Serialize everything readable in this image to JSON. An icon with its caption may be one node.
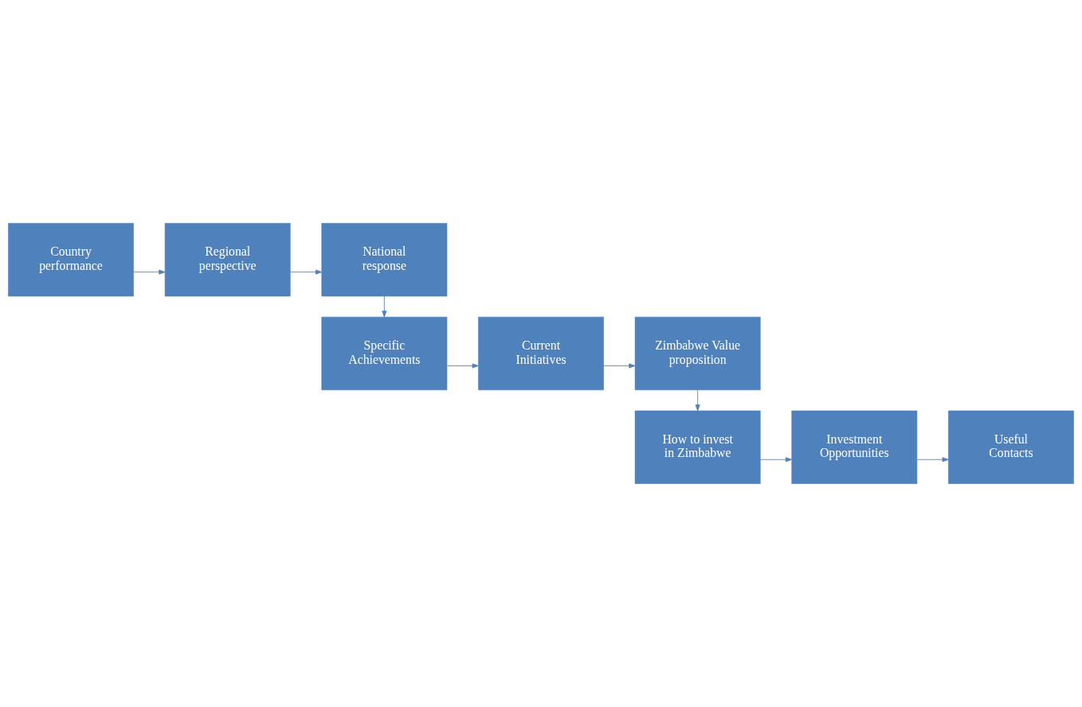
{
  "diagram": {
    "nodes": [
      {
        "text": [
          "Country performance"
        ]
      },
      {
        "text": [
          "Regional perspective"
        ]
      },
      {
        "text": [
          "National response"
        ]
      },
      {
        "text": [
          "Specific Achievements"
        ]
      },
      {
        "text": [
          "Current Initiatives"
        ]
      },
      {
        "text": [
          "Zimbabwe Value proposition"
        ]
      },
      {
        "text": [
          "How to invest in Zimbabwe"
        ]
      },
      {
        "text": [
          "Investment Opportunities"
        ]
      },
      {
        "text": [
          "Useful Contacts"
        ]
      }
    ],
    "edges": [
      {
        "from": 0,
        "to": 1,
        "arrow": "to"
      },
      {
        "from": 1,
        "to": 2,
        "arrow": "to"
      },
      {
        "from": 2,
        "to": 3,
        "arrow": "to"
      },
      {
        "from": 3,
        "to": 4,
        "arrow": "to"
      },
      {
        "from": 4,
        "to": 5,
        "arrow": "to"
      },
      {
        "from": 5,
        "to": 6,
        "arrow": "to"
      },
      {
        "from": 6,
        "to": 7,
        "arrow": "to"
      },
      {
        "from": 7,
        "to": 8,
        "arrow": "to"
      }
    ]
  }
}
